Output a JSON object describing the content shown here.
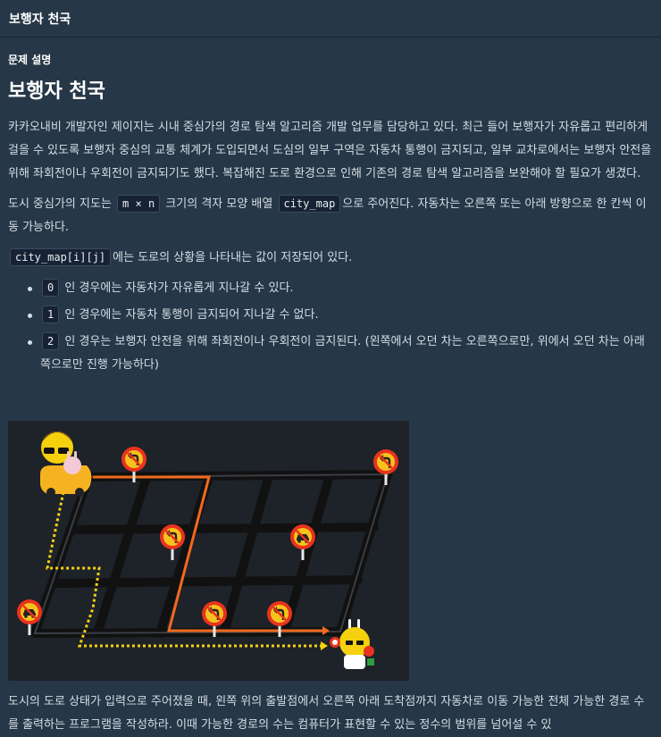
{
  "header": {
    "title": "보행자 천국"
  },
  "section_label": "문제 설명",
  "heading": "보행자 천국",
  "intro": "카카오내비 개발자인 제이지는 시내 중심가의 경로 탐색 알고리즘 개발 업무를 담당하고 있다. 최근 들어 보행자가 자유롭고 편리하게 걸을 수 있도록 보행자 중심의 교통 체계가 도입되면서 도심의 일부 구역은 자동차 통행이 금지되고, 일부 교차로에서는 보행자 안전을 위해 좌회전이나 우회전이 금지되기도 했다. 복잡해진 도로 환경으로 인해 기존의 경로 탐색 알고리즘을 보완해야 할 필요가 생겼다.",
  "map_desc": {
    "prefix": "도시 중심가의 지도는",
    "code1": "m × n",
    "middle": "크기의 격자 모양 배열",
    "code2": "city_map",
    "suffix": "으로 주어진다. 자동차는 오른쪽 또는 아래 방향으로 한 칸씩 이동 가능하다."
  },
  "cell_desc": {
    "code": "city_map[i][j]",
    "suffix": "에는 도로의 상황을 나타내는 값이 저장되어 있다."
  },
  "rules": [
    {
      "code": "0",
      "text": "인 경우에는 자동차가 자유롭게 지나갈 수 있다."
    },
    {
      "code": "1",
      "text": "인 경우에는 자동차 통행이 금지되어 지나갈 수 없다."
    },
    {
      "code": "2",
      "text": "인 경우는 보행자 안전을 위해 좌회전이나 우회전이 금지된다. (왼쪽에서 오던 차는 오른쪽으로만, 위에서 오던 차는 아래쪽으로만 진행 가능하다)"
    }
  ],
  "bottom_text": "도시의 도로 상태가 입력으로 주어졌을 때, 왼쪽 위의 출발점에서 오른쪽 아래 도착점까지 자동차로 이동 가능한 전체 가능한 경로 수를 출력하는 프로그램을 작성하라. 이때 가능한 경로의 수는 컴퓨터가 표현할 수 있는 정수의 범위를 넘어설 수 있",
  "colors": {
    "bg": "#263747",
    "code_bg": "#172334",
    "route_orange": "#f06a1d",
    "route_yellow": "#f5d10d",
    "sign_red": "#e8331e",
    "sign_yellow": "#f7c21c"
  }
}
